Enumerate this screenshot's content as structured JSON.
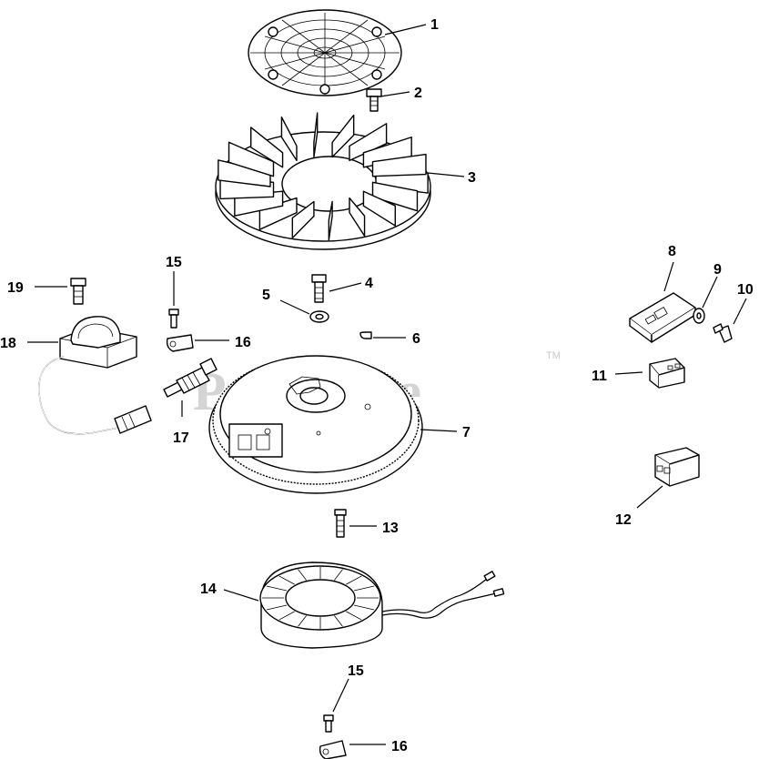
{
  "watermark": {
    "text": "PartsTree",
    "tm": "TM"
  },
  "callouts": [
    {
      "id": "1",
      "label": "1"
    },
    {
      "id": "2",
      "label": "2"
    },
    {
      "id": "3",
      "label": "3"
    },
    {
      "id": "4",
      "label": "4"
    },
    {
      "id": "5",
      "label": "5"
    },
    {
      "id": "6",
      "label": "6"
    },
    {
      "id": "7",
      "label": "7"
    },
    {
      "id": "8",
      "label": "8"
    },
    {
      "id": "9",
      "label": "9"
    },
    {
      "id": "10",
      "label": "10"
    },
    {
      "id": "11",
      "label": "11"
    },
    {
      "id": "12",
      "label": "12"
    },
    {
      "id": "13",
      "label": "13"
    },
    {
      "id": "14",
      "label": "14"
    },
    {
      "id": "15a",
      "label": "15"
    },
    {
      "id": "15b",
      "label": "15"
    },
    {
      "id": "16a",
      "label": "16"
    },
    {
      "id": "16b",
      "label": "16"
    },
    {
      "id": "17",
      "label": "17"
    },
    {
      "id": "18",
      "label": "18"
    },
    {
      "id": "19",
      "label": "19"
    }
  ]
}
